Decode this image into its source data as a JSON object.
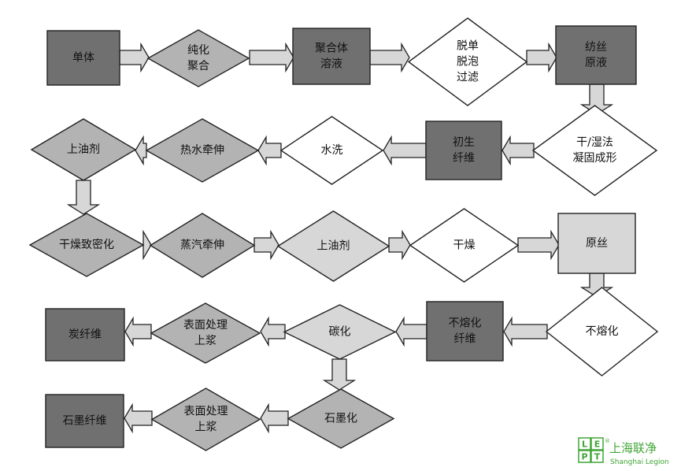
{
  "colors": {
    "dark": "#707070",
    "mid": "#b3b3b3",
    "light": "#d7d7d7",
    "white": "#ffffff",
    "stroke": "#222222",
    "logo_green": "#3fa535"
  },
  "nodes": [
    {
      "id": "n1",
      "shape": "rect",
      "fill": "dark",
      "lines": [
        "单体"
      ]
    },
    {
      "id": "n2",
      "shape": "diamond",
      "fill": "mid",
      "lines": [
        "纯化",
        "聚合"
      ]
    },
    {
      "id": "n3",
      "shape": "rect",
      "fill": "dark",
      "lines": [
        "聚合体",
        "溶液"
      ]
    },
    {
      "id": "n4",
      "shape": "diamond",
      "fill": "white",
      "lines": [
        "脱单",
        "脱泡",
        "过滤"
      ]
    },
    {
      "id": "n5",
      "shape": "rect",
      "fill": "dark",
      "lines": [
        "纺丝",
        "原液"
      ]
    },
    {
      "id": "n6",
      "shape": "diamond",
      "fill": "white",
      "lines": [
        "干/湿法",
        "凝固成形"
      ]
    },
    {
      "id": "n7",
      "shape": "rect",
      "fill": "dark",
      "lines": [
        "初生",
        "纤维"
      ]
    },
    {
      "id": "n8",
      "shape": "diamond",
      "fill": "white",
      "lines": [
        "水洗"
      ]
    },
    {
      "id": "n9",
      "shape": "diamond",
      "fill": "mid",
      "lines": [
        "热水牵伸"
      ]
    },
    {
      "id": "n10",
      "shape": "diamond",
      "fill": "mid",
      "lines": [
        "上油剂"
      ]
    },
    {
      "id": "n11",
      "shape": "diamond",
      "fill": "mid",
      "lines": [
        "干燥致密化"
      ]
    },
    {
      "id": "n12",
      "shape": "diamond",
      "fill": "mid",
      "lines": [
        "蒸汽牵伸"
      ]
    },
    {
      "id": "n13",
      "shape": "diamond",
      "fill": "light",
      "lines": [
        "上油剂"
      ]
    },
    {
      "id": "n14",
      "shape": "diamond",
      "fill": "white",
      "lines": [
        "干燥"
      ]
    },
    {
      "id": "n15",
      "shape": "rect",
      "fill": "light",
      "lines": [
        "原丝"
      ]
    },
    {
      "id": "n16",
      "shape": "diamond",
      "fill": "white",
      "lines": [
        "不熔化"
      ]
    },
    {
      "id": "n17",
      "shape": "rect",
      "fill": "dark",
      "lines": [
        "不熔化",
        "纤维"
      ]
    },
    {
      "id": "n18",
      "shape": "diamond",
      "fill": "light",
      "lines": [
        "碳化"
      ]
    },
    {
      "id": "n19",
      "shape": "diamond",
      "fill": "mid",
      "lines": [
        "表面处理",
        "上浆"
      ]
    },
    {
      "id": "n20",
      "shape": "rect",
      "fill": "dark",
      "lines": [
        "炭纤维"
      ]
    },
    {
      "id": "n21",
      "shape": "diamond",
      "fill": "mid",
      "lines": [
        "石墨化"
      ]
    },
    {
      "id": "n22",
      "shape": "diamond",
      "fill": "mid",
      "lines": [
        "表面处理",
        "上浆"
      ]
    },
    {
      "id": "n23",
      "shape": "rect",
      "fill": "dark",
      "lines": [
        "石墨纤维"
      ]
    }
  ],
  "logo": {
    "letters": [
      "L",
      "E",
      "P",
      "T"
    ],
    "registered": "®",
    "name_cn": "上海联净",
    "name_en": "Shanghai Legion"
  }
}
